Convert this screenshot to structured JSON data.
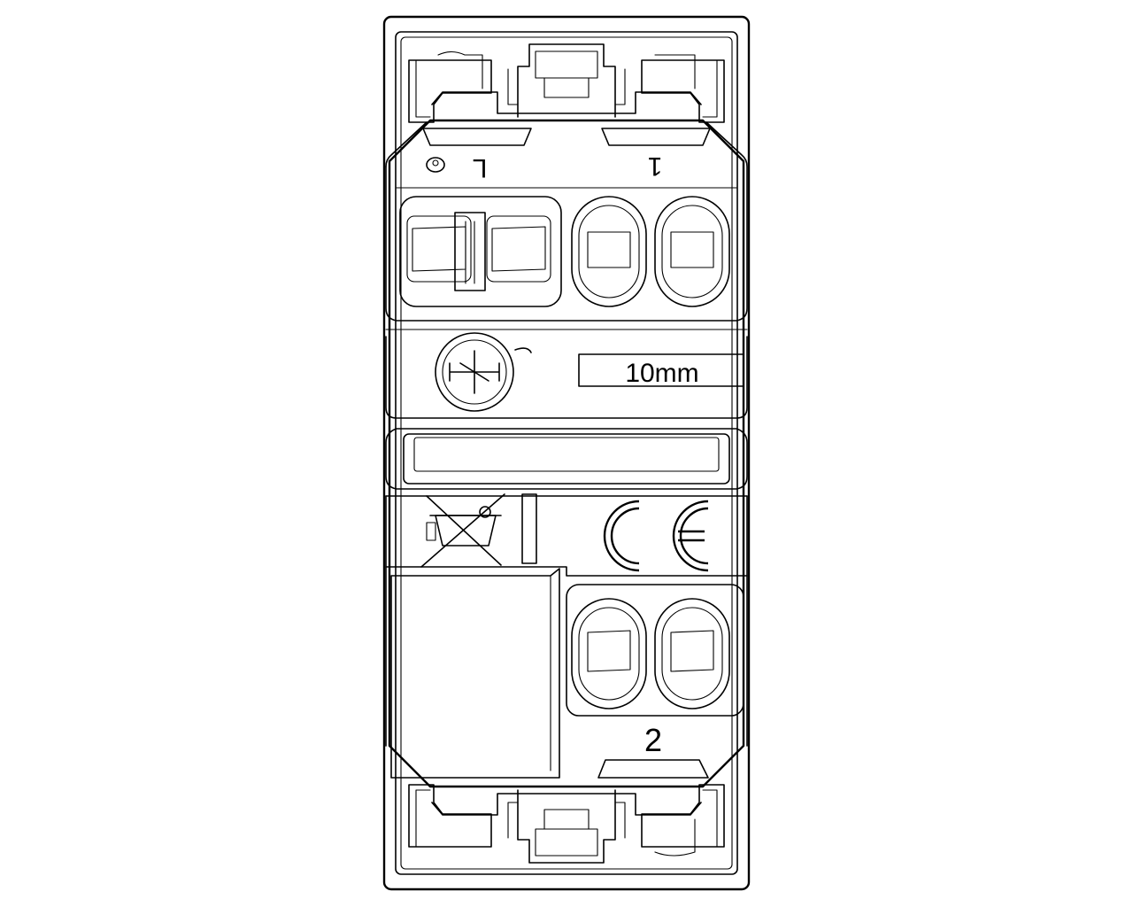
{
  "labels": {
    "terminal_L": "L",
    "terminal_1": "1",
    "terminal_2": "2",
    "strip_length": "10mm",
    "ce_mark": "CE"
  },
  "icons": [
    "screwless-terminal-symbol",
    "weee-crossed-bin-icon",
    "ce-mark"
  ],
  "colors": {
    "line": "#000000",
    "background": "#ffffff"
  }
}
